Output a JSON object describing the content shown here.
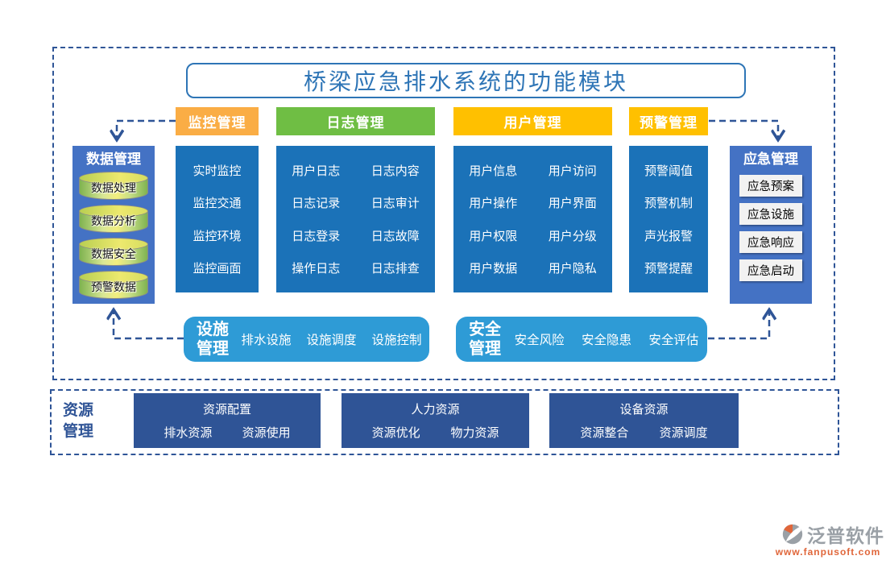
{
  "title": "桥梁应急排水系统的功能模块",
  "palette": {
    "frame_dash": "#2F5597",
    "title_blue": "#2E75B6",
    "column_blue": "#1B72B8",
    "panel_blue": "#4472C4",
    "bar_blue": "#2E9BD6",
    "resource_navy": "#2F5496",
    "header_orange": "#FAAD45",
    "header_green": "#6FBE44",
    "header_gold": "#FFC000",
    "logo_gray": "#9AA0A6",
    "logo_orange": "#E0663A"
  },
  "left_panel": {
    "title": "数据管理",
    "items": [
      "数据处理",
      "数据分析",
      "数据安全",
      "预警数据"
    ]
  },
  "right_panel": {
    "title": "应急管理",
    "items": [
      "应急预案",
      "应急设施",
      "应急响应",
      "应急启动"
    ]
  },
  "modules": [
    {
      "header": "监控管理",
      "header_color": "#FAAD45",
      "items": [
        "实时监控",
        "监控交通",
        "监控环境",
        "监控画面"
      ]
    },
    {
      "header": "日志管理",
      "header_color": "#6FBE44",
      "items": [
        [
          "用户日志",
          "日志内容"
        ],
        [
          "日志记录",
          "日志审计"
        ],
        [
          "日志登录",
          "日志故障"
        ],
        [
          "操作日志",
          "日志排查"
        ]
      ]
    },
    {
      "header": "用户管理",
      "header_color": "#FFC000",
      "items": [
        [
          "用户信息",
          "用户访问"
        ],
        [
          "用户操作",
          "用户界面"
        ],
        [
          "用户权限",
          "用户分级"
        ],
        [
          "用户数据",
          "用户隐私"
        ]
      ]
    },
    {
      "header": "预警管理",
      "header_color": "#FFC000",
      "items": [
        "预警阈值",
        "预警机制",
        "声光报警",
        "预警提醒"
      ]
    }
  ],
  "facility_bar": {
    "title": "设施管理",
    "items": [
      "排水设施",
      "设施调度",
      "设施控制"
    ]
  },
  "safety_bar": {
    "title": "安全管理",
    "items": [
      "安全风险",
      "安全隐患",
      "安全评估"
    ]
  },
  "resource_section": {
    "label": "资源管理",
    "groups": [
      {
        "title": "资源配置",
        "items": [
          "排水资源",
          "资源使用"
        ]
      },
      {
        "title": "人力资源",
        "items": [
          "资源优化",
          "物力资源"
        ]
      },
      {
        "title": "设备资源",
        "items": [
          "资源整合",
          "资源调度"
        ]
      }
    ]
  },
  "logo": {
    "name": "泛普软件",
    "url": "www.fanpusoft.com"
  }
}
